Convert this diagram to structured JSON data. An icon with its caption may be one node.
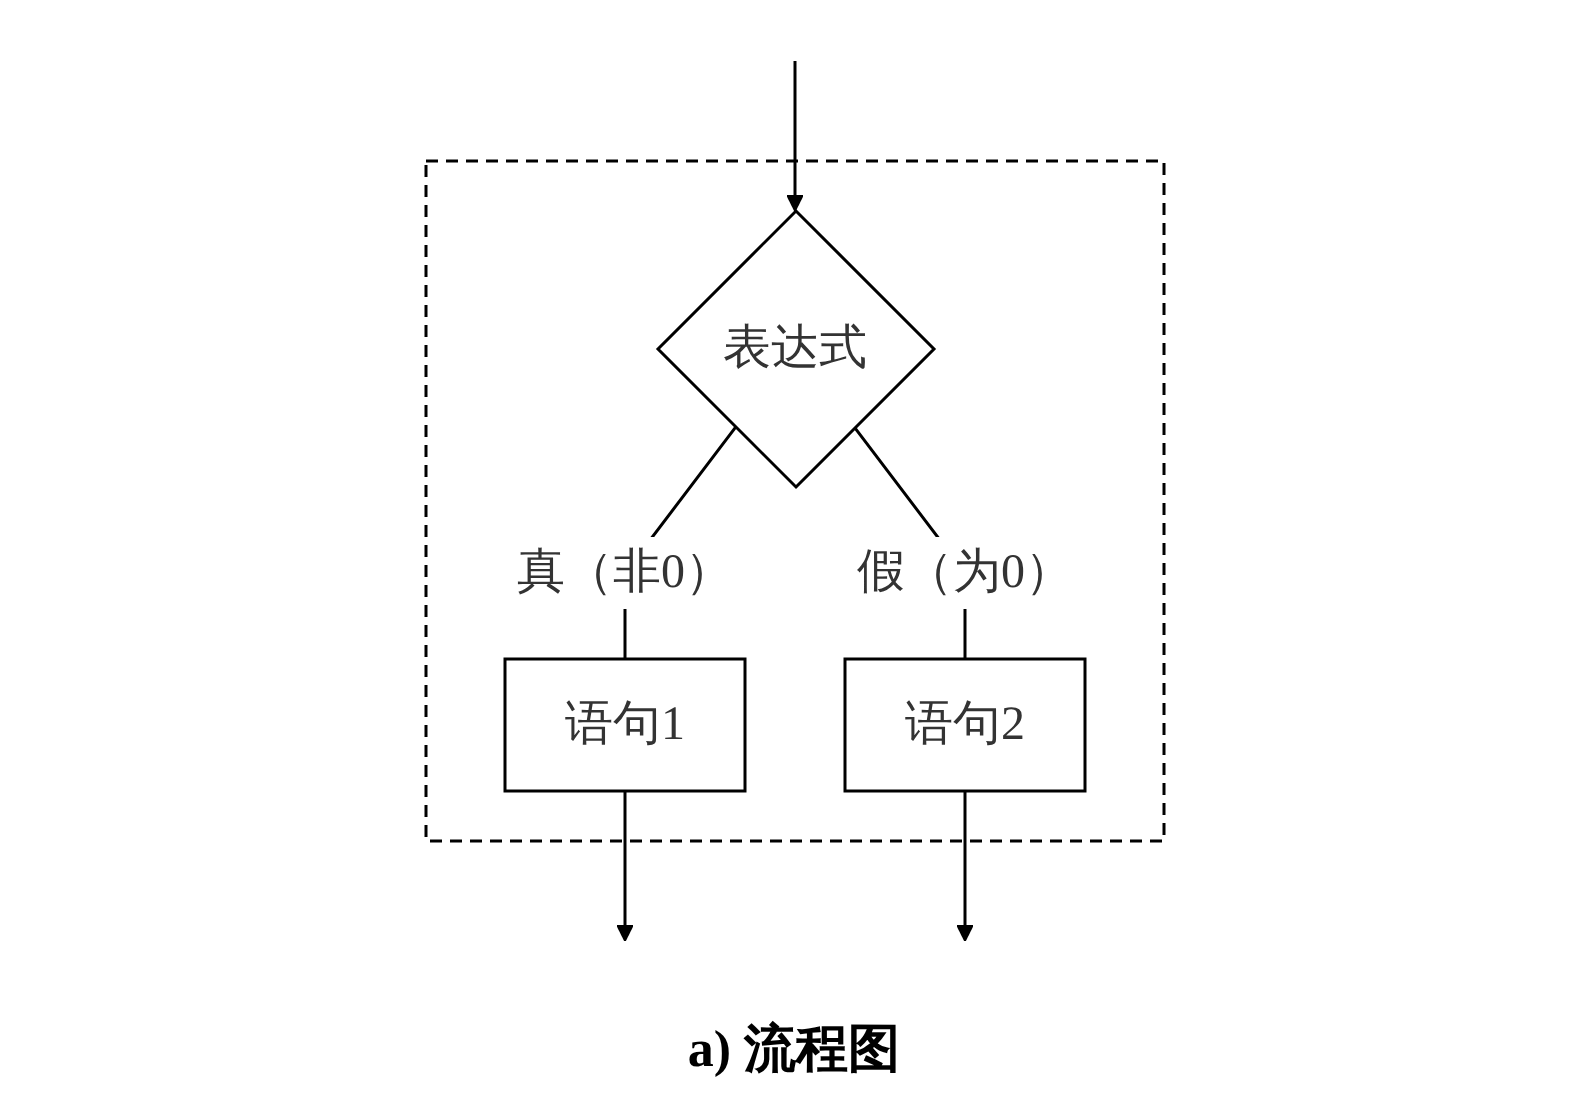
{
  "diagram": {
    "caption": "a) 流程图",
    "nodes": [
      {
        "text": [],
        "shape": "box"
      },
      {
        "text": [
          "表达式"
        ],
        "in": 0
      },
      {
        "text": [
          "语句1"
        ],
        "in": 0
      },
      {
        "text": [
          "语句2"
        ],
        "in": 0
      }
    ],
    "edges": [
      {
        "from": null,
        "to": 1,
        "arrow": "to"
      },
      {
        "from": 1,
        "to": 2,
        "arrow": "none",
        "label": "真（非0）"
      },
      {
        "from": 1,
        "to": 3,
        "arrow": "none",
        "label": "假（为0）"
      },
      {
        "from": 2,
        "to": null,
        "arrow": "to"
      },
      {
        "from": 3,
        "to": null,
        "arrow": "to"
      }
    ]
  }
}
